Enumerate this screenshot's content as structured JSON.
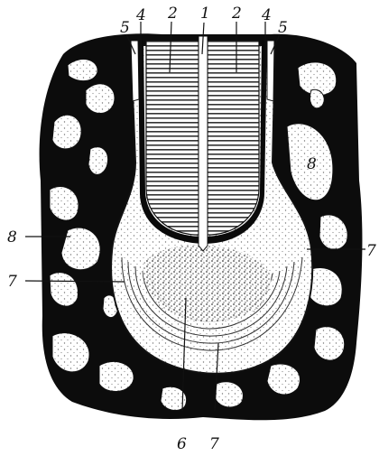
{
  "figure": {
    "labels": {
      "l1": "1",
      "l2a": "2",
      "l2b": "2",
      "l4a": "4",
      "l4b": "4",
      "l5a": "5",
      "l5b": "5",
      "l6": "6",
      "l7a": "7",
      "l7b": "7",
      "l7c": "7",
      "l8a": "8",
      "l8b": "8"
    }
  },
  "colors": {
    "ink": "#111111",
    "paper": "#ffffff",
    "bone_stipple": "#9a9a9a",
    "cortex": "#ffffff"
  }
}
